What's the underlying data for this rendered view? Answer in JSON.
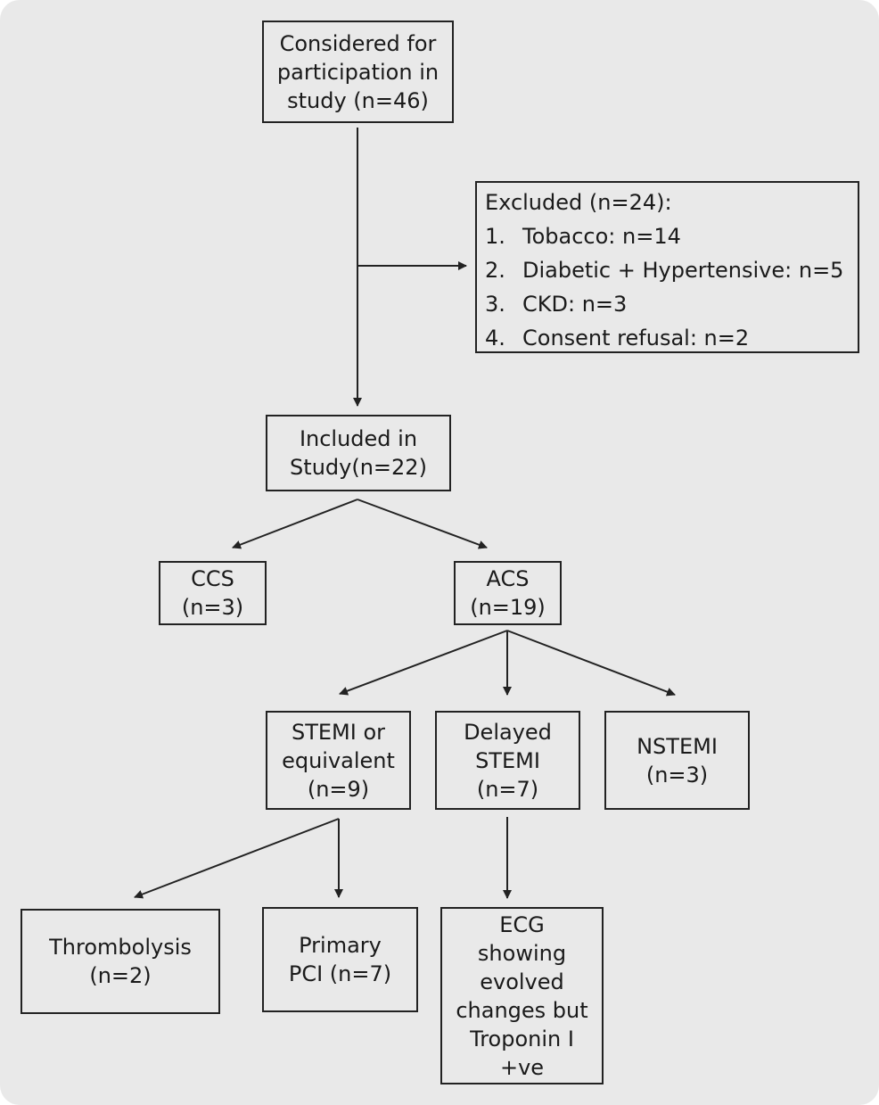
{
  "nodes": {
    "considered": [
      "Considered for",
      "participation in",
      "study (n=46)"
    ],
    "excluded": {
      "title": "Excluded (n=24):",
      "items": [
        {
          "num": "1.",
          "text": "Tobacco: n=14"
        },
        {
          "num": "2.",
          "text": "Diabetic + Hypertensive: n=5"
        },
        {
          "num": "3.",
          "text": "CKD: n=3"
        },
        {
          "num": "4.",
          "text": "Consent refusal: n=2"
        }
      ]
    },
    "included": [
      "Included in",
      "Study(n=22)"
    ],
    "ccs": [
      "CCS",
      "(n=3)"
    ],
    "acs": [
      "ACS",
      "(n=19)"
    ],
    "stemi": [
      "STEMI or",
      "equivalent",
      "(n=9)"
    ],
    "delayed_stemi": [
      "Delayed",
      "STEMI",
      "(n=7)"
    ],
    "nstemi": [
      "NSTEMI",
      "(n=3)"
    ],
    "thrombolysis": [
      "Thrombolysis",
      "(n=2)"
    ],
    "primary_pci": [
      "Primary",
      "PCI (n=7)"
    ],
    "ecg": [
      "ECG",
      "showing",
      "evolved",
      "changes but",
      "Troponin I",
      "+ve"
    ]
  },
  "colors": {
    "background": "#e9e9e9",
    "stroke": "#222222",
    "text": "#1a1a1a"
  }
}
